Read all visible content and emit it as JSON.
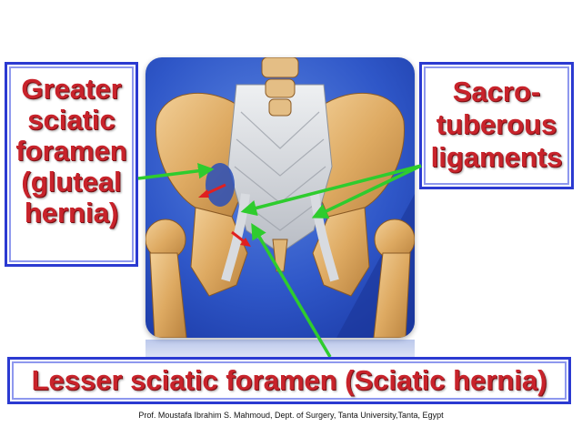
{
  "labels": {
    "greater": [
      "Greater",
      "sciatic",
      "foramen",
      "(gluteal",
      "hernia)"
    ],
    "sacro": [
      "Sacro-",
      "tuberous",
      "ligaments"
    ],
    "lesser": "Lesser sciatic foramen (Sciatic hernia)"
  },
  "credit": "Prof. Moustafa Ibrahim S. Mahmoud, Dept. of Surgery, Tanta University,Tanta, Egypt",
  "colors": {
    "label_text": "#c8232b",
    "box_border": "#2b3ad1",
    "arrow": "#2ecc2e",
    "small_arrow": "#e02020",
    "panel_bg": "#2145b8"
  }
}
